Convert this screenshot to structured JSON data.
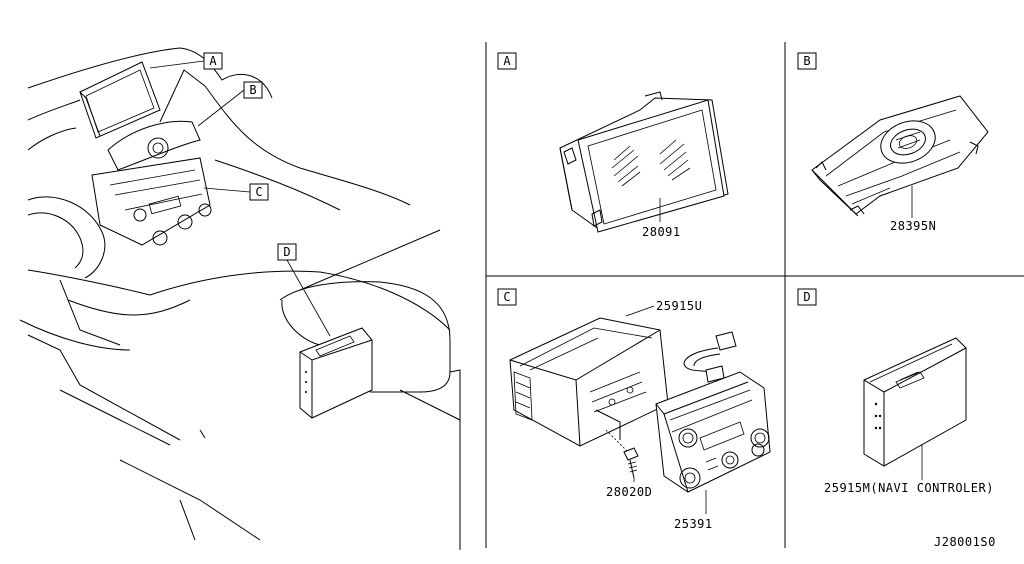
{
  "overview": {
    "callouts": [
      "A",
      "B",
      "C",
      "D"
    ]
  },
  "panels": [
    {
      "id": "A",
      "part_numbers": [
        "28091"
      ]
    },
    {
      "id": "B",
      "part_numbers": [
        "28395N"
      ]
    },
    {
      "id": "C",
      "part_numbers": [
        "25915U",
        "28020D",
        "25391"
      ]
    },
    {
      "id": "D",
      "part_numbers": [
        "25915M(NAVI CONTROLER)"
      ]
    }
  ],
  "drawing_code": "J28001S0"
}
